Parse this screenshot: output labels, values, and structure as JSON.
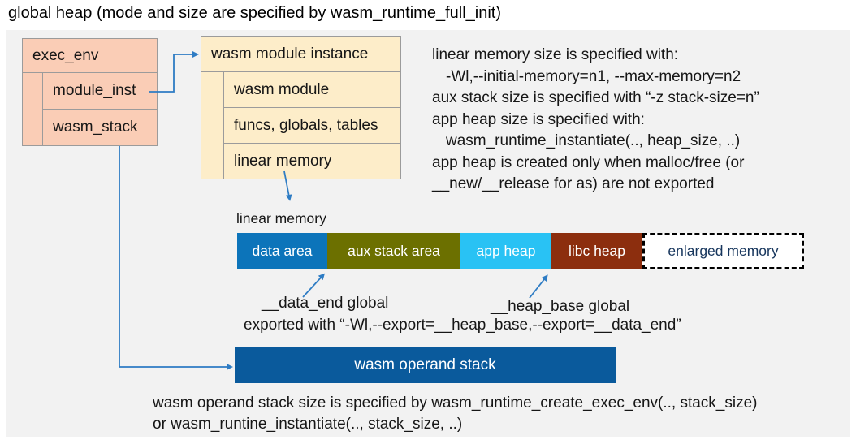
{
  "title": "global heap (mode and size are specified by wasm_runtime_full_init)",
  "exec_env": {
    "header": "exec_env",
    "rows": [
      "module_inst",
      "wasm_stack"
    ]
  },
  "module_instance": {
    "header": "wasm module instance",
    "rows": [
      "wasm module",
      "funcs, globals, tables",
      "linear memory"
    ]
  },
  "right_notes": {
    "lines": [
      "linear memory size is specified with:",
      "-Wl,--initial-memory=n1, --max-memory=n2",
      "aux stack size is specified with “-z stack-size=n”",
      "app heap size is specified with:",
      "wasm_runtime_instantiate(.., heap_size, ..)",
      "app heap is created only when malloc/free (or",
      "__new/__release for as) are not exported"
    ]
  },
  "linear_memory": {
    "label": "linear memory",
    "segments": [
      {
        "label": "data area",
        "color": "#0c74ba",
        "text_color": "#ffffff"
      },
      {
        "label": "aux stack area",
        "color": "#6c7000",
        "text_color": "#ffffff"
      },
      {
        "label": "app heap",
        "color": "#29c2f4",
        "text_color": "#ffffff"
      },
      {
        "label": "libc heap",
        "color": "#8c2e0e",
        "text_color": "#ffffff"
      },
      {
        "label": "enlarged memory",
        "color": "#ffffff",
        "text_color": "#17365d",
        "border_style": "dashed"
      }
    ],
    "annotations": {
      "data_end": "__data_end global",
      "heap_base": "__heap_base global",
      "exported": "exported with “-Wl,--export=__heap_base,--export=__data_end”"
    }
  },
  "operand_stack": {
    "label": "wasm operand stack",
    "color": "#0a5a9c"
  },
  "bottom_note": {
    "lines": [
      "wasm operand stack size is specified by wasm_runtime_create_exec_env(.., stack_size)",
      "or wasm_runtine_instantiate(.., stack_size, ..)"
    ]
  },
  "colors": {
    "canvas_background": "#f2f2f2",
    "exec_env_fill": "#facdb6",
    "module_instance_fill": "#fdedc9",
    "box_border": "#9b9b9b",
    "arrow": "#2e7cc4"
  }
}
